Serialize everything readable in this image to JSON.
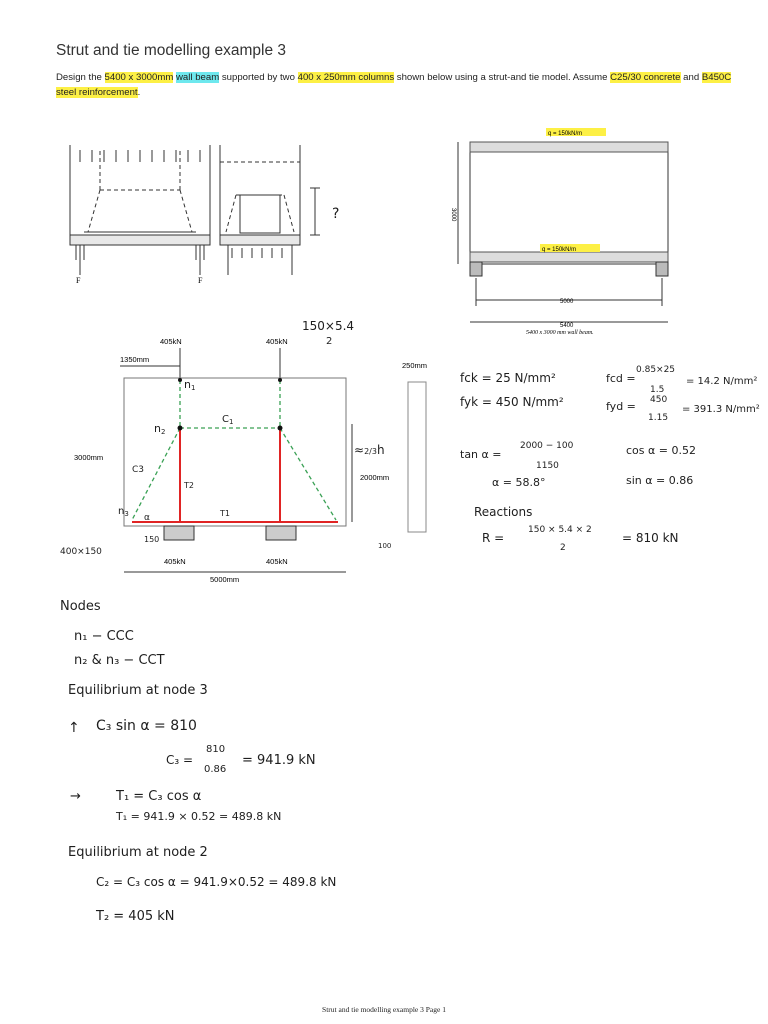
{
  "header": {
    "title": "Strut and tie modelling example 3",
    "intro_p1": "Design the ",
    "intro_h1": "5400 x 3000mm",
    "intro_p2": " ",
    "intro_h2": "wall beam",
    "intro_p3": " supported by two ",
    "intro_h3": "400 x 250mm columns",
    "intro_p4": " shown below using a strut-and tie model.  Assume ",
    "intro_h4": "C25/30 concrete",
    "intro_p5": " and ",
    "intro_h5": "B450C steel reinforcement",
    "intro_p6": "."
  },
  "figure_top_right": {
    "load_top": "q = 150kN/m",
    "load_bottom": "q = 150kN/m",
    "height": "3000",
    "span": "5000",
    "length": "5400",
    "caption": "5400 x 3000 mm wall beam."
  },
  "figure_left": {
    "force_left": "F",
    "force_right": "F",
    "height_mark": "?"
  },
  "model": {
    "load_left": "405kN",
    "load_right": "405kN",
    "dim_1350": "1350mm",
    "dim_250": "250mm",
    "dim_3000": "3000mm",
    "dim_2000": "2000mm",
    "dim_5000": "5000mm",
    "react_left": "405kN",
    "react_right": "405kN",
    "n1": "n",
    "n1_sub": "1",
    "n2": "n",
    "n2_sub": "2",
    "n3": "n",
    "n3_sub": "3",
    "c1": "C",
    "c1_sub": "1",
    "c3": "C3",
    "t1": "T1",
    "t2": "T2",
    "alpha": "α",
    "dim_150": "150",
    "dim_100": "100",
    "approx": "≈",
    "frac": "2/3",
    "h": "h",
    "col_label": "400×150",
    "note_top": "150×5.4",
    "note_top_den": "2"
  },
  "calcs": {
    "fck": "fck = 25 N/mm²",
    "fyk": "fyk = 450 N/mm²",
    "fcd_label": "fcd =",
    "fcd_num": "0.85×25",
    "fcd_den": "1.5",
    "fcd_res": "= 14.2 N/mm²",
    "fyd_label": "fyd =",
    "fyd_num": "450",
    "fyd_den": "1.15",
    "fyd_res": "= 391.3 N/mm²",
    "tan_label": "tan α =",
    "tan_num": "2000 − 100",
    "tan_den": "1150",
    "alpha_res": "α = 58.8°",
    "cos": "cos α = 0.52",
    "sin": "sin α = 0.86",
    "reactions": "Reactions",
    "r_label": "R =",
    "r_num": "150 × 5.4 × 2",
    "r_den": "2",
    "r_res": "= 810 kN"
  },
  "work": {
    "nodes": "Nodes",
    "n1_type": "n₁ − CCC",
    "n23_type": "n₂ & n₃ − CCT",
    "eq3": "Equilibrium at node 3",
    "up_arrow": "↑",
    "c3sin": "C₃ sin α = 810",
    "c3_label": "C₃ =",
    "c3_num": "810",
    "c3_den": "0.86",
    "c3_res": "= 941.9 kN",
    "right_arrow": "→",
    "t1_eq": "T₁ = C₃ cos α",
    "t1_res": "T₁ = 941.9 × 0.52 = 489.8 kN",
    "eq2": "Equilibrium at node 2",
    "c2_eq": "C₂ = C₃ cos α = 941.9×0.52 = 489.8 kN",
    "t2_eq": "T₂ = 405 kN"
  },
  "footer": "Strut and tie modelling example 3 Page 1"
}
